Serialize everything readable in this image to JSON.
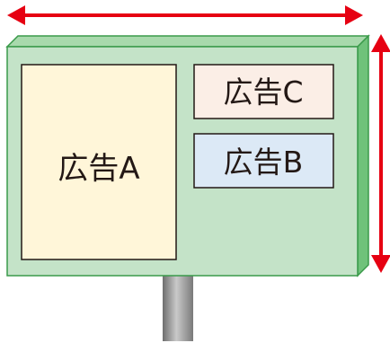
{
  "billboard": {
    "ads": {
      "a": {
        "label": "広告A"
      },
      "b": {
        "label": "広告B"
      },
      "c": {
        "label": "広告C"
      }
    }
  },
  "colors": {
    "arrow": "#e60012",
    "board_face": "#c4e3c8",
    "board_side": "#6fc27a",
    "board_top": "#a8d9ac",
    "board_edge": "#3a9a4a",
    "ad_a_fill": "#fff6d9",
    "ad_b_fill": "#dce9f6",
    "ad_c_fill": "#fbeee6",
    "ad_stroke": "#231815",
    "pole": "#8a8a8a"
  }
}
